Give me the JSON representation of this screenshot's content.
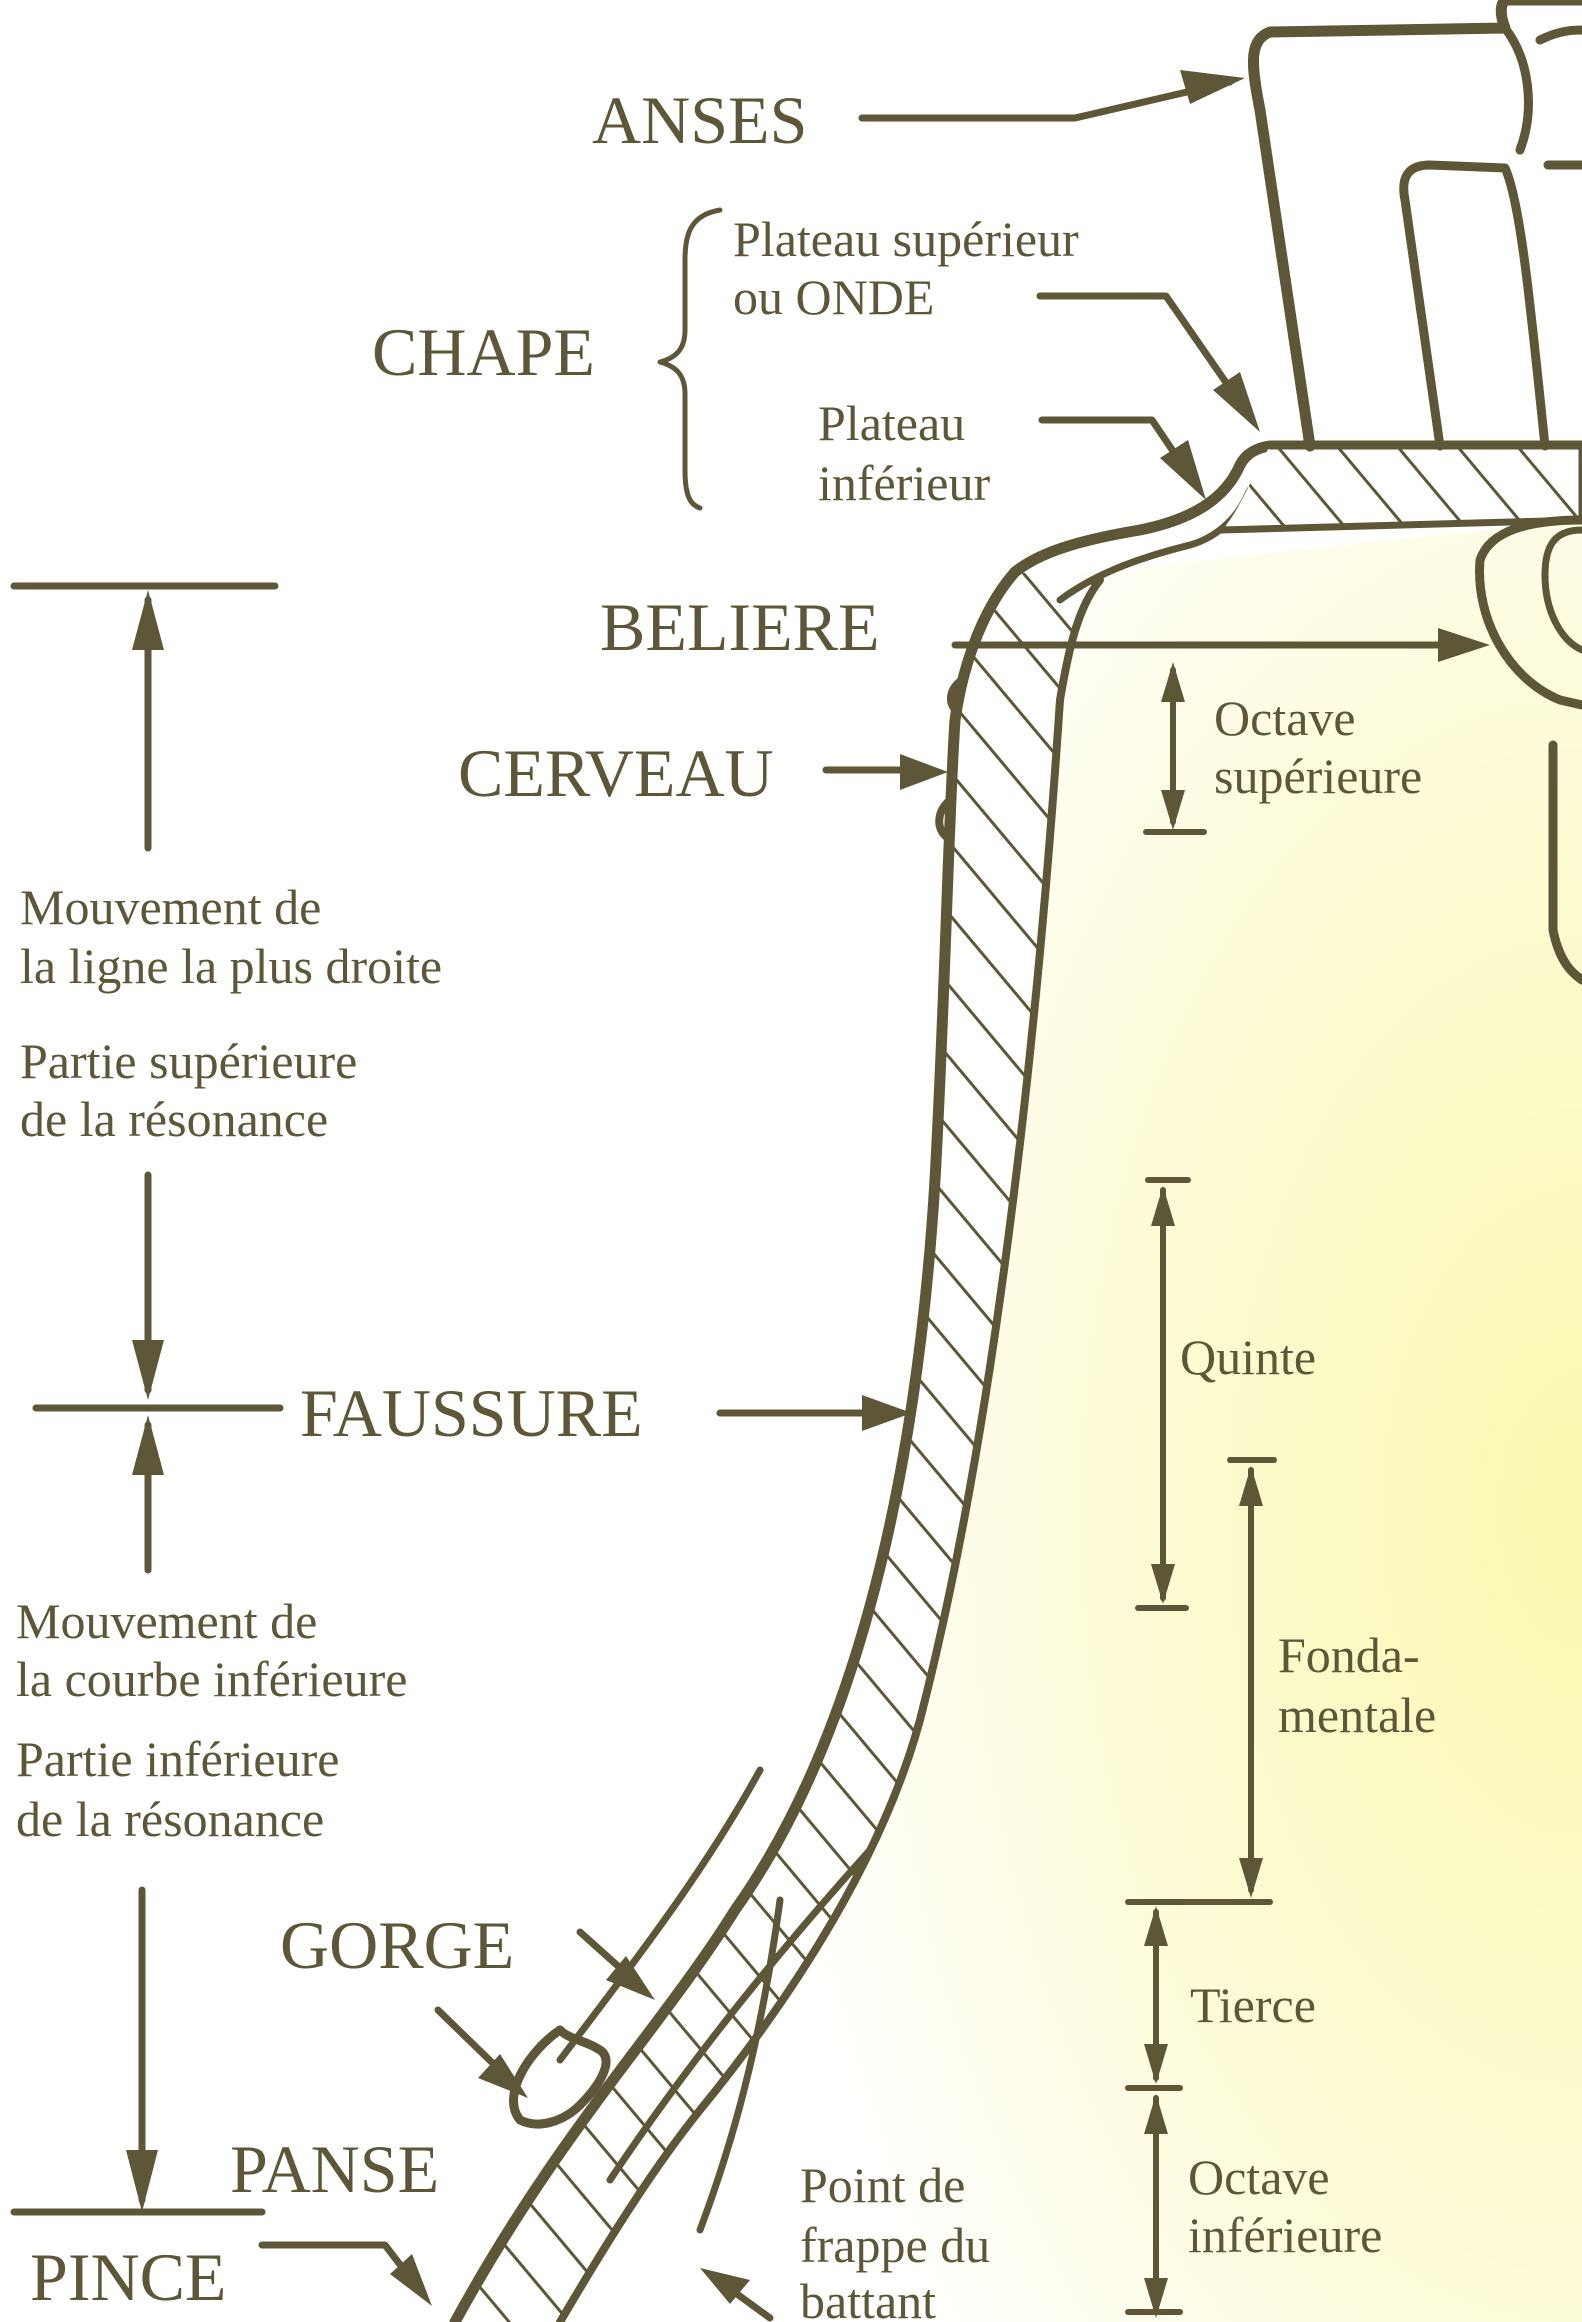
{
  "colors": {
    "ink": "#5e5737",
    "bell_interior_glow": "#fbf8b0",
    "background": "#ffffff"
  },
  "labels": {
    "anses": "ANSES",
    "chape": "CHAPE",
    "plateau_superieur_1": "Plateau supérieur",
    "plateau_superieur_2": "ou ONDE",
    "plateau_inferieur_1": "Plateau",
    "plateau_inferieur_2": "inférieur",
    "beliere": "BELIERE",
    "cerveau": "CERVEAU",
    "octave_superieure_1": "Octave",
    "octave_superieure_2": "supérieure",
    "mouvement_droite_1": "Mouvement de",
    "mouvement_droite_2": "la ligne la plus droite",
    "partie_superieure_1": "Partie supérieure",
    "partie_superieure_2": "de la résonance",
    "faussure": "FAUSSURE",
    "quinte": "Quinte",
    "fondamentale_1": "Fonda-",
    "fondamentale_2": "mentale",
    "mouvement_courbe_1": "Mouvement de",
    "mouvement_courbe_2": "la courbe inférieure",
    "partie_inferieure_1": "Partie inférieure",
    "partie_inferieure_2": "de la résonance",
    "gorge": "GORGE",
    "tierce": "Tierce",
    "panse": "PANSE",
    "point_de_frappe_1": "Point de",
    "point_de_frappe_2": "frappe du",
    "point_de_frappe_3": "battant",
    "octave_inferieure_1": "Octave",
    "octave_inferieure_2": "inférieure",
    "pince": "PINCE"
  }
}
